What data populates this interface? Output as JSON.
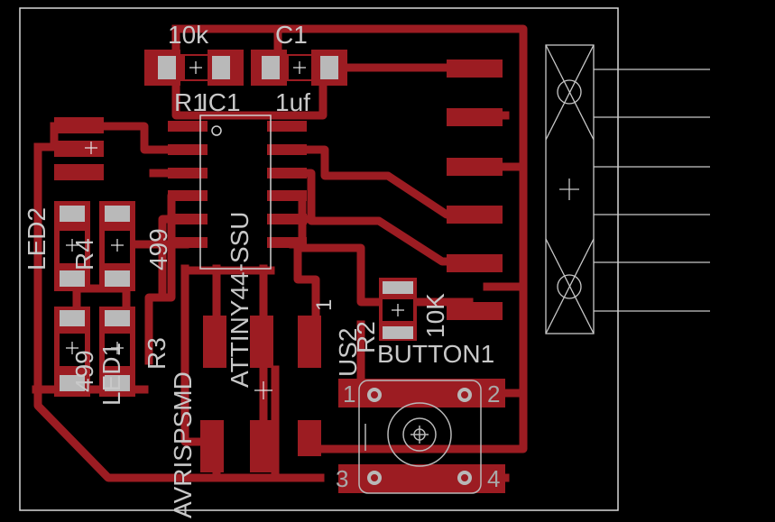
{
  "title": "",
  "colors": {
    "background": "#000000",
    "copper": "#9c1c22",
    "silkscreen": "#c8c8c8",
    "outline": "#d8d8d8"
  },
  "components": {
    "r1": {
      "value": "10k",
      "name": "R1"
    },
    "c1": {
      "name": "C1",
      "value": "1uf"
    },
    "ic1": {
      "name": "IC1",
      "part": "ATTINY44-SSU"
    },
    "led2": {
      "name": "LED2"
    },
    "led1": {
      "name": "LED1"
    },
    "r4": {
      "name": "R4",
      "value": "499"
    },
    "r3": {
      "name": "R3",
      "value": "499"
    },
    "r2": {
      "name": "R2",
      "value": "10K"
    },
    "isp": {
      "name": "AVRISPSMD",
      "pin1": "1"
    },
    "us2": {
      "name": "US2"
    },
    "button": {
      "name": "BUTTON1",
      "pin1": "1",
      "pin2": "2",
      "pin3": "3",
      "pin4": "4"
    }
  },
  "connector": {
    "icon": "ftdi-header-icon",
    "pins": 6
  }
}
